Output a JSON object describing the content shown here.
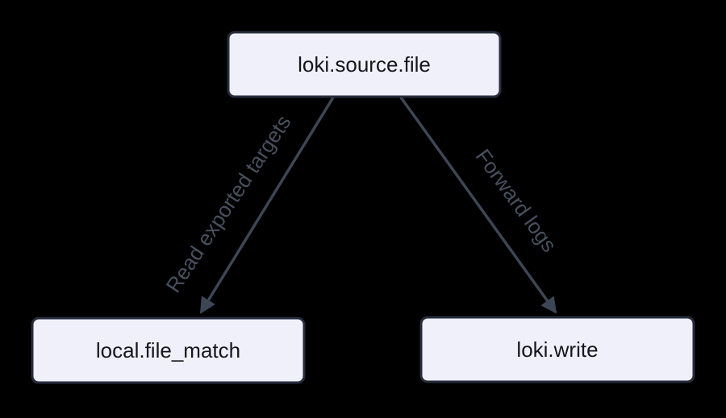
{
  "diagram": {
    "type": "flowchart",
    "direction": "top-down",
    "nodes": [
      {
        "id": "loki-source-file",
        "label": "loki.source.file"
      },
      {
        "id": "local-file-match",
        "label": "local.file_match"
      },
      {
        "id": "loki-write",
        "label": "loki.write"
      }
    ],
    "edges": [
      {
        "from": "loki.source.file",
        "to": "local.file_match",
        "label": "Read exported targets"
      },
      {
        "from": "loki.source.file",
        "to": "loki.write",
        "label": "Forward logs"
      }
    ]
  },
  "colors": {
    "background": "#000000",
    "node-fill": "#f0f0fa",
    "node-border": "#262c3d",
    "node-text": "#15161c",
    "edge": "#3d4654",
    "edge-label": "#47505f"
  }
}
